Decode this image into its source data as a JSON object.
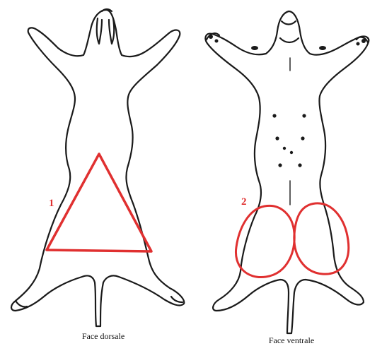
{
  "figure": {
    "left_panel": {
      "caption": "Face dorsale",
      "marker": "1"
    },
    "right_panel": {
      "caption": "Face ventrale",
      "marker": "2"
    }
  },
  "colors": {
    "outline": "#1a1a1a",
    "highlight": "#e03030",
    "background": "#ffffff"
  }
}
